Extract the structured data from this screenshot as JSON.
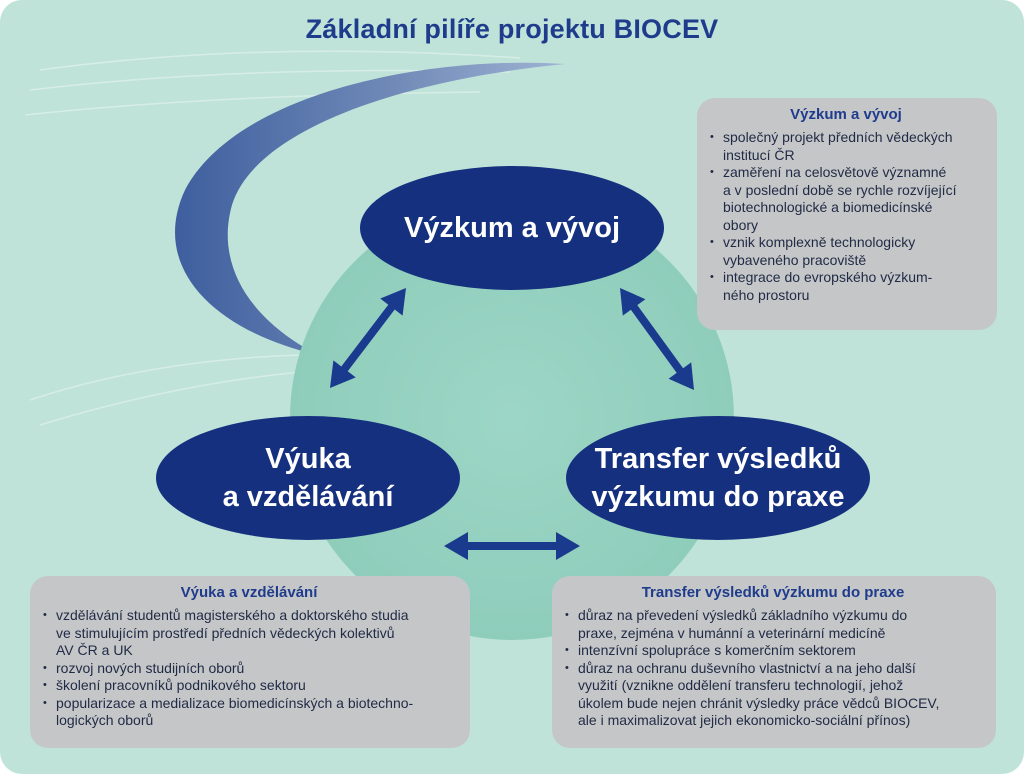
{
  "title": "Základní pilíře projektu BIOCEV",
  "ovals": {
    "research": {
      "lines": [
        "Výzkum a vývoj"
      ]
    },
    "teaching": {
      "lines": [
        "Výuka",
        "a vzdělávání"
      ]
    },
    "transfer": {
      "lines": [
        "Transfer výsledků",
        "výzkumu do praxe"
      ]
    }
  },
  "boxes": {
    "research": {
      "title": "Výzkum a vývoj",
      "items": [
        [
          "společný projekt předních vědeckých",
          "institucí ČR"
        ],
        [
          "zaměření na celosvětově významné",
          "a v poslední době se rychle rozvíjející",
          "biotechnologické a biomedicínské",
          "obory"
        ],
        [
          "vznik komplexně technologicky",
          "vybaveného pracoviště"
        ],
        [
          "integrace do evropského výzkum-",
          "ného prostoru"
        ]
      ]
    },
    "teaching": {
      "title": "Výuka a vzdělávání",
      "items": [
        [
          "vzdělávání studentů magisterského a doktorského studia",
          "ve stimulujícím prostředí předních vědeckých kolektivů",
          "AV ČR a UK"
        ],
        [
          "rozvoj nových studijních oborů"
        ],
        [
          "školení pracovníků podnikového sektoru"
        ],
        [
          "popularizace a medializace biomedicínských a biotechno-",
          "logických oborů"
        ]
      ]
    },
    "transfer": {
      "title": "Transfer výsledků výzkumu do praxe",
      "items": [
        [
          "důraz na převedení výsledků základního výzkumu do",
          "praxe, zejména v humánní a veterinární medicíně"
        ],
        [
          "intenzívní spolupráce s komerčním sektorem"
        ],
        [
          "důraz na ochranu duševního vlastnictví a na jeho další",
          "využití (vznikne oddělení transferu technologií, jehož",
          "úkolem bude nejen chránit výsledky práce vědců BIOCEV,",
          "ale i maximalizovat jejich ekonomicko-sociální přínos)"
        ]
      ]
    }
  },
  "colors": {
    "background": "#bfe3d8",
    "circle": "#95d1c0",
    "oval": "#15307f",
    "arrow": "#1a3a8e",
    "swoosh": "#5f79ad",
    "box": "#c5c6c8",
    "accent_text": "#1f3c8c"
  }
}
